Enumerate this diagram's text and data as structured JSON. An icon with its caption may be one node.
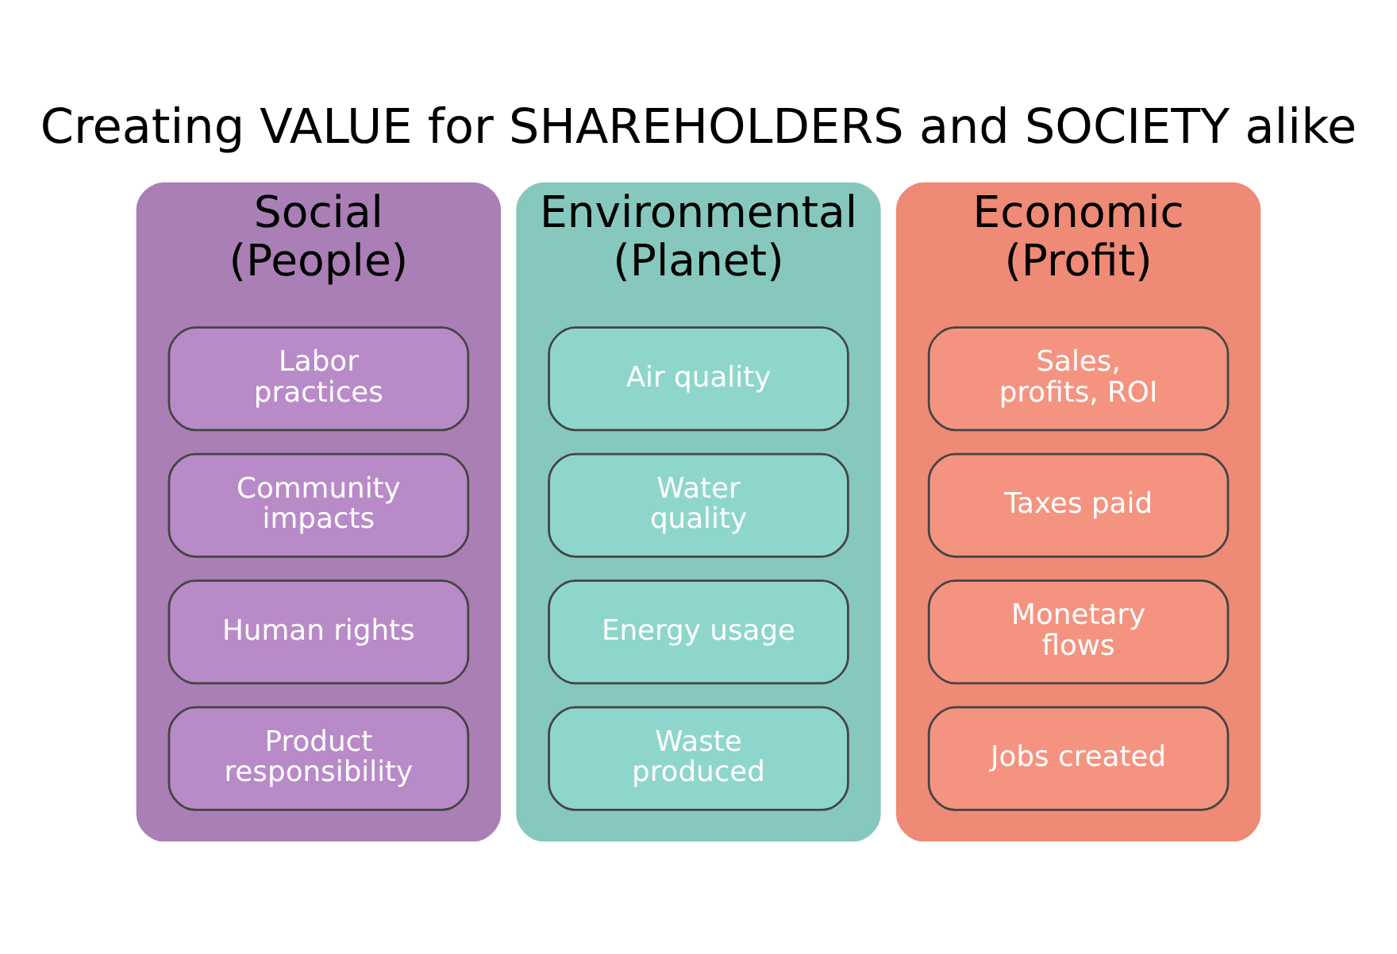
{
  "diagram": {
    "title": "Creating VALUE for SHAREHOLDERS and SOCIETY alike",
    "nodes": [
      {
        "text": [
          "Social (People)"
        ]
      },
      {
        "text": [
          "Labor practices"
        ],
        "in": 0
      },
      {
        "text": [
          "Community impacts"
        ],
        "in": 0
      },
      {
        "text": [
          "Human rights"
        ],
        "in": 0
      },
      {
        "text": [
          "Product responsibility"
        ],
        "in": 0
      },
      {
        "text": [
          "Environmental (Planet)"
        ]
      },
      {
        "text": [
          "Air quality"
        ],
        "in": 5
      },
      {
        "text": [
          "Water quality"
        ],
        "in": 5
      },
      {
        "text": [
          "Energy usage"
        ],
        "in": 5
      },
      {
        "text": [
          "Waste produced"
        ],
        "in": 5
      },
      {
        "text": [
          "Economic (Profit)"
        ]
      },
      {
        "text": [
          "Sales, profits, ROI"
        ],
        "in": 10
      },
      {
        "text": [
          "Taxes paid"
        ],
        "in": 10
      },
      {
        "text": [
          "Monetary flows"
        ],
        "in": 10
      },
      {
        "text": [
          "Jobs created"
        ],
        "in": 10
      }
    ]
  }
}
